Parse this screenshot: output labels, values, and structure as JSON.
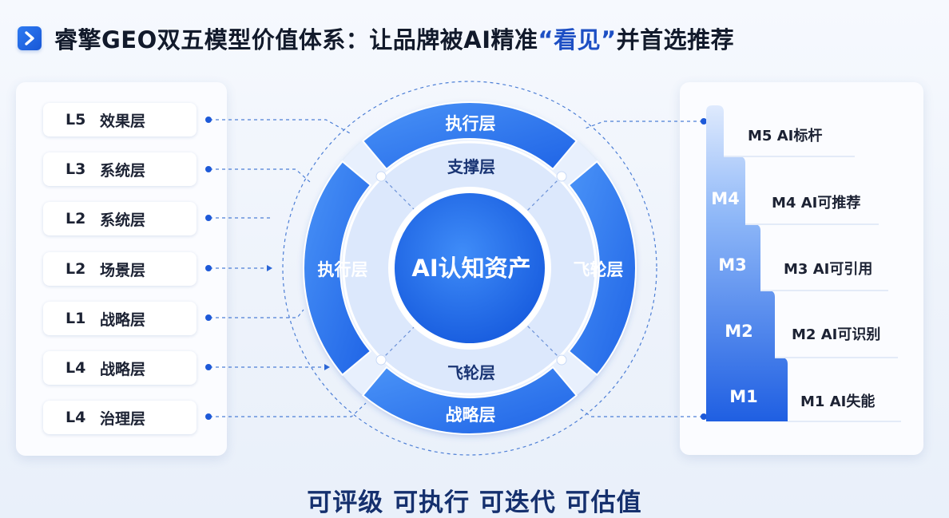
{
  "title": {
    "prefix": "睿擎GEO双五模型价值体系：让品牌被AI精准",
    "highlight": "“看见”",
    "suffix": "并首选推荐",
    "icon": "chevron-right-icon"
  },
  "left_layers": [
    {
      "code": "L5",
      "name": "效果层"
    },
    {
      "code": "L3",
      "name": "系统层"
    },
    {
      "code": "L2",
      "name": "系统层"
    },
    {
      "code": "L2",
      "name": "场景层"
    },
    {
      "code": "L1",
      "name": "战略层"
    },
    {
      "code": "L4",
      "name": "战略层"
    },
    {
      "code": "L4",
      "name": "治理层"
    }
  ],
  "circle": {
    "center": "AI认知资产",
    "outer_top": "执行层",
    "outer_left": "执行层",
    "outer_right": "飞轮层",
    "outer_bottom": "战略层",
    "inner_top": "支撑层",
    "inner_bottom": "飞轮层"
  },
  "maturity_steps": [
    {
      "badge": "",
      "label": "M5 AI标杆"
    },
    {
      "badge": "M4",
      "label": "M4 AI可推荐"
    },
    {
      "badge": "M3",
      "label": "M3 AI可引用"
    },
    {
      "badge": "M2",
      "label": "M2 AI可识别"
    },
    {
      "badge": "M1",
      "label": "M1 AI失能"
    }
  ],
  "footer": "可评级 可执行 可迭代 可估值",
  "watermark": "",
  "colors": {
    "primary": "#2f7cf3",
    "primary_dark": "#1d4fc4",
    "ring_light": "#dbe8fd",
    "title_dark": "#121a2b",
    "footer": "#15306e"
  }
}
